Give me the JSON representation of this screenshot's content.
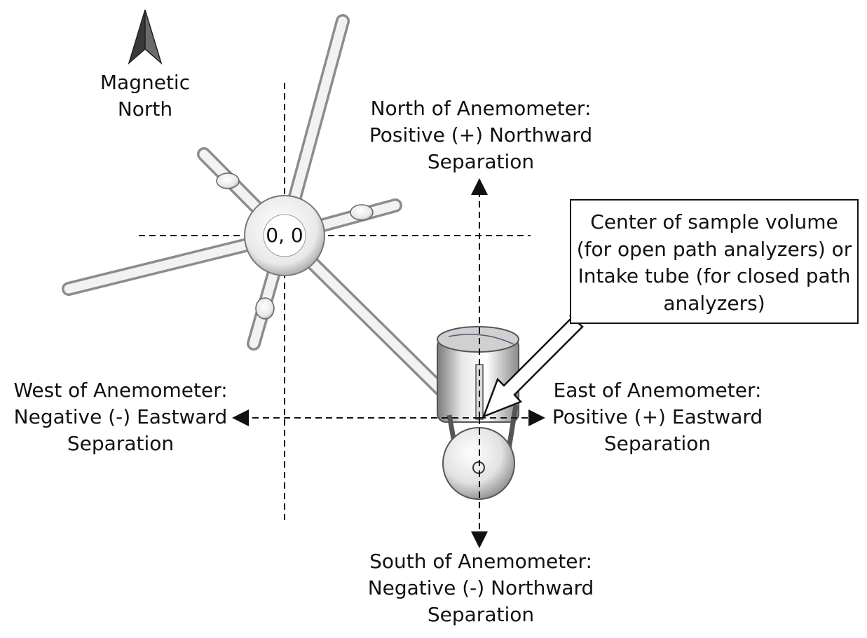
{
  "compass": {
    "icon": "north-arrow-icon",
    "label_lines": [
      "Magnetic",
      "North"
    ]
  },
  "origin_label": "0, 0",
  "north_label": [
    "North of Anemometer:",
    "Positive (+) Northward",
    "Separation"
  ],
  "south_label": [
    "South of Anemometer:",
    "Negative (-) Northward",
    "Separation"
  ],
  "east_label": [
    "East of Anemometer:",
    "Positive (+) Eastward",
    "Separation"
  ],
  "west_label": [
    "West of Anemometer:",
    "Negative (-) Eastward",
    "Separation"
  ],
  "callout": [
    "Center of sample volume",
    "(for open path analyzers) or",
    "Intake tube (for closed path",
    "analyzers)"
  ],
  "colors": {
    "line": "#111111",
    "metal_light": "#f4f4f4",
    "metal_dark": "#9a9a9a",
    "callout_fill": "#ffffff"
  }
}
